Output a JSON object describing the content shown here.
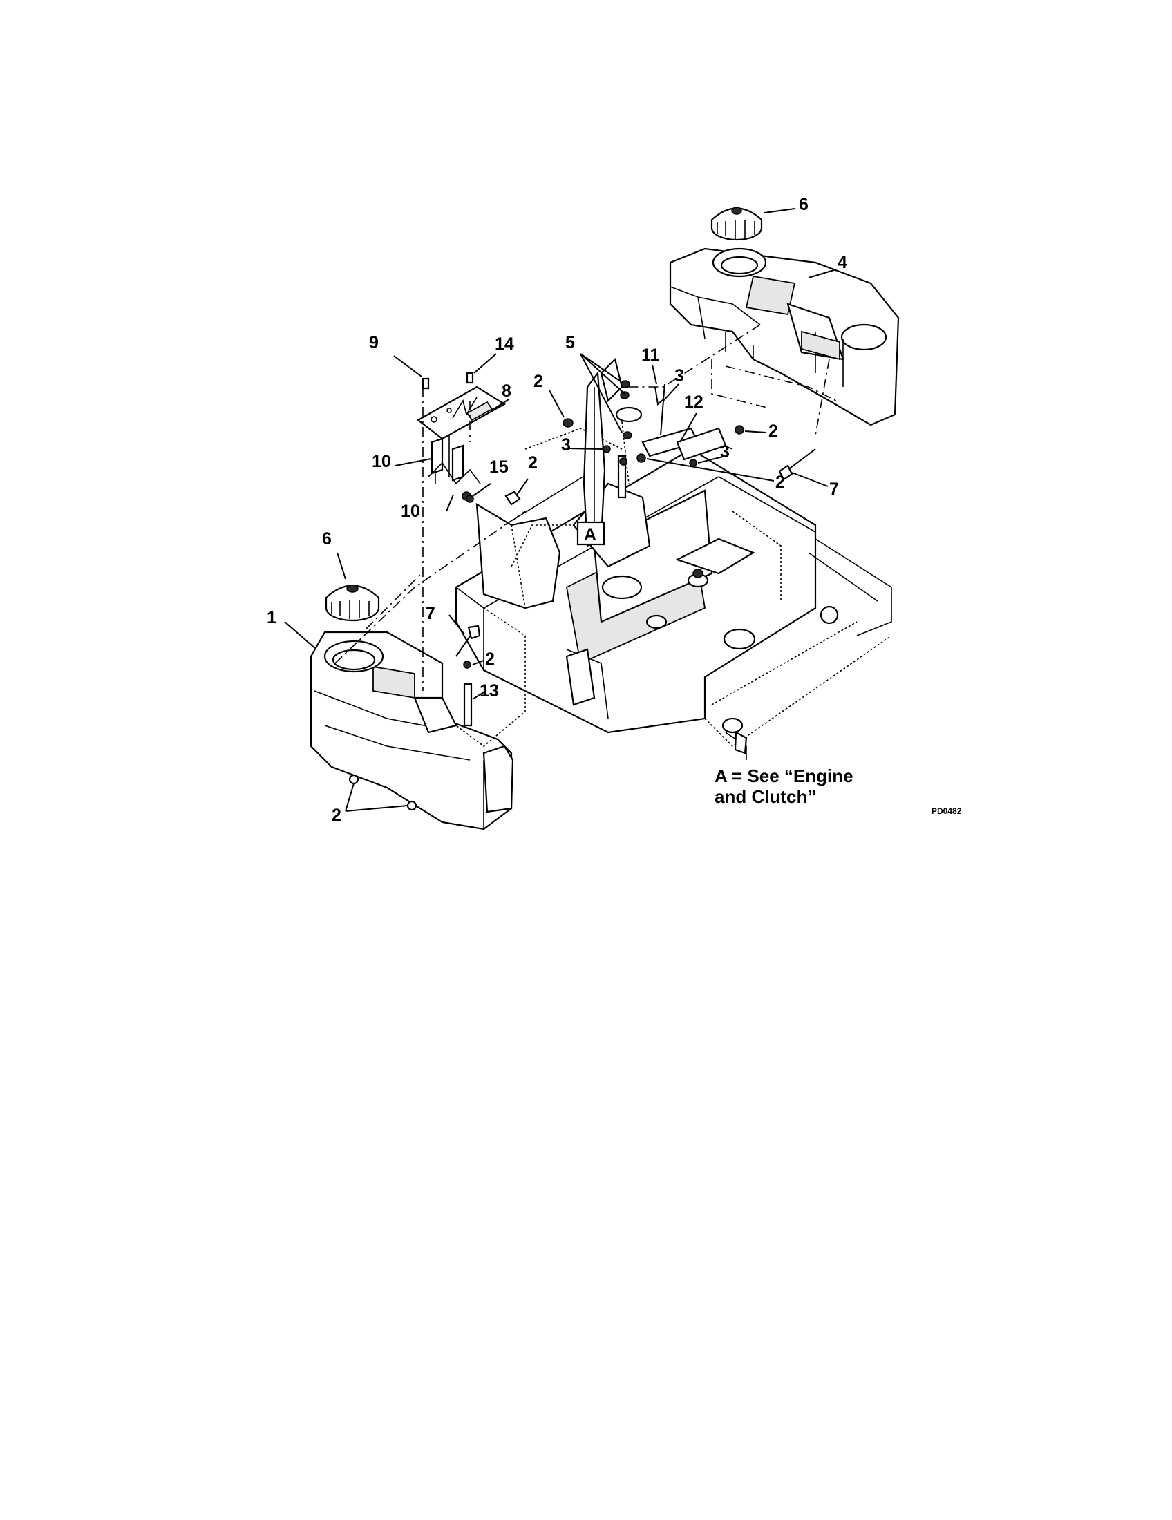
{
  "diagram": {
    "callouts": {
      "c1": "1",
      "c2a": "2",
      "c2b": "2",
      "c2c": "2",
      "c2d": "2",
      "c2e": "2",
      "c3a": "3",
      "c3b": "3",
      "c3c": "3",
      "c4": "4",
      "c5": "5",
      "c6a": "6",
      "c6b": "6",
      "c7a": "7",
      "c7b": "7",
      "c8": "8",
      "c9": "9",
      "c10a": "10",
      "c10b": "10",
      "c11": "11",
      "c12": "12",
      "c13": "13",
      "c14": "14",
      "c15": "15",
      "c2f": "2"
    },
    "reference_box": "A",
    "note_line1": "A = See “Engine",
    "note_line2": "and Clutch”",
    "drawing_code": "PD0482"
  }
}
